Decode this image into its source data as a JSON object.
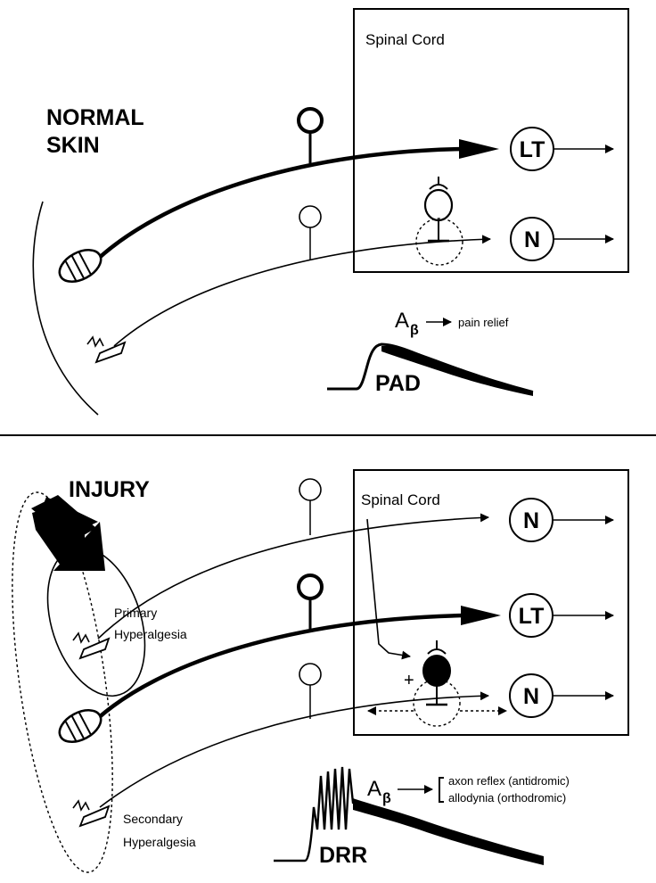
{
  "top_panel": {
    "region_label": "Spinal Cord",
    "skin_label_line1": "NORMAL",
    "skin_label_line2": "SKIN",
    "node_lt": "LT",
    "node_n": "N",
    "a_beta_main": "A",
    "a_beta_sub": "β",
    "effect": "pain relief",
    "potential_label": "PAD"
  },
  "bottom_panel": {
    "injury_label": "INJURY",
    "region_label": "Spinal Cord",
    "node_n_top": "N",
    "node_lt": "LT",
    "node_n_bottom": "N",
    "plus_sign": "+",
    "primary_line1": "Primary",
    "primary_line2": "Hyperalgesia",
    "secondary_line1": "Secondary",
    "secondary_line2": "Hyperalgesia",
    "a_beta_main": "A",
    "a_beta_sub": "β",
    "outcome_1": "axon reflex (antidromic)",
    "outcome_2": "allodynia (orthodromic)",
    "potential_label": "DRR"
  }
}
